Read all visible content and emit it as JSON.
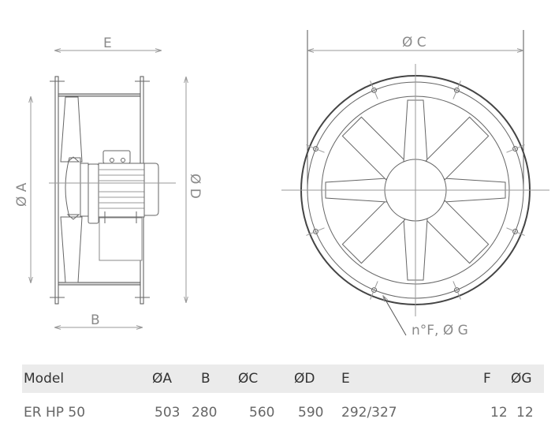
{
  "drawing": {
    "label_E": "E",
    "label_B": "B",
    "label_A": "Ø A",
    "label_D": "Ø D",
    "label_C": "Ø C",
    "label_holes": "n°F, Ø G"
  },
  "table": {
    "headers": [
      "Model",
      "ØA",
      "B",
      "ØC",
      "ØD",
      "E",
      "F",
      "ØG"
    ],
    "rows": [
      [
        "ER HP 50",
        "503",
        "280",
        "560",
        "590",
        "292/327",
        "12",
        "12"
      ]
    ]
  }
}
